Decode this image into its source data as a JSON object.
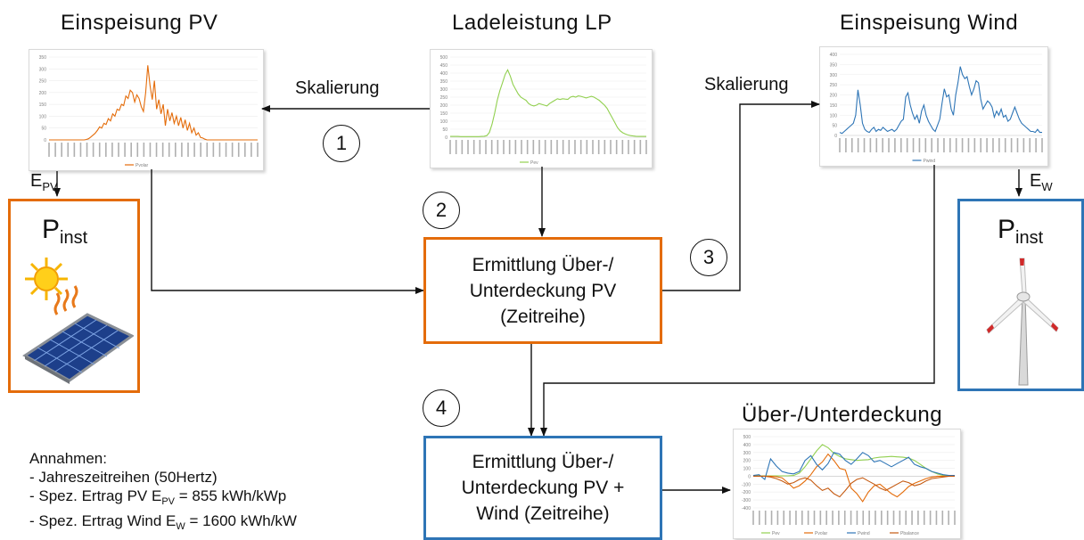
{
  "titles": {
    "pv": "Einspeisung PV",
    "lp": "Ladeleistung LP",
    "wind": "Einspeisung Wind",
    "balance": "Über-/Unterdeckung"
  },
  "arrows": {
    "scaling_left": "Skalierung",
    "scaling_right": "Skalierung"
  },
  "steps": [
    "1",
    "2",
    "3",
    "4"
  ],
  "pv_box": {
    "energy_main": "E",
    "energy_sub": "PV",
    "pinst_main": "P",
    "pinst_sub": "inst"
  },
  "wind_box": {
    "energy_main": "E",
    "energy_sub": "W",
    "pinst_main": "P",
    "pinst_sub": "inst"
  },
  "process_pv": {
    "line1": "Ermittlung Über-/",
    "line2": "Unterdeckung PV",
    "line3": "(Zeitreihe)"
  },
  "process_pv_wind": {
    "line1": "Ermittlung Über-/",
    "line2": "Unterdeckung PV +",
    "line3": "Wind (Zeitreihe)"
  },
  "assumptions": {
    "heading": "Annahmen:",
    "l1": "- Jahreszeitreihen (50Hertz)",
    "l2a": "- Spez. Ertrag PV E",
    "l2sub": "PV",
    "l2b": " = 855 kWh/kWp",
    "l3a": "- Spez. Ertrag Wind E",
    "l3sub": "W",
    "l3b": " = 1600 kWh/kW"
  },
  "colors": {
    "orange": "#e46c0a",
    "blue": "#2e75b6",
    "green": "#92d050",
    "brown": "#c55a11"
  },
  "icons": [
    "sun-icon",
    "solar-panel-icon",
    "wind-turbine-icon"
  ],
  "chart_data": [
    {
      "type": "line",
      "name": "pv-chart",
      "yticks": [
        "350",
        "300",
        "250",
        "200",
        "150",
        "100",
        "50",
        "0"
      ],
      "ylim": [
        0,
        350
      ],
      "series": [
        {
          "name": "Pvolar",
          "color": "#e46c0a",
          "values": [
            0,
            0,
            0,
            0,
            0,
            0,
            0,
            0,
            0,
            0,
            0,
            0,
            0,
            0,
            0,
            0,
            0,
            2,
            5,
            12,
            20,
            28,
            40,
            55,
            50,
            70,
            65,
            90,
            80,
            110,
            100,
            130,
            125,
            150,
            145,
            185,
            175,
            210,
            200,
            160,
            190,
            175,
            140,
            120,
            200,
            315,
            230,
            170,
            250,
            130,
            170,
            110,
            150,
            60,
            130,
            80,
            115,
            70,
            100,
            60,
            95,
            50,
            85,
            40,
            70,
            30,
            50,
            20,
            30,
            10,
            8,
            3,
            0,
            0,
            0,
            0,
            0,
            0,
            0,
            0,
            0,
            0,
            0,
            0,
            0,
            0,
            0,
            0,
            0,
            0,
            0,
            0,
            0,
            0,
            0,
            0
          ]
        }
      ]
    },
    {
      "type": "line",
      "name": "lp-chart",
      "yticks": [
        "500",
        "450",
        "400",
        "350",
        "300",
        "250",
        "200",
        "150",
        "100",
        "50",
        "0"
      ],
      "ylim": [
        0,
        500
      ],
      "series": [
        {
          "name": "Pev",
          "color": "#92d050",
          "values": [
            5,
            5,
            5,
            5,
            4,
            4,
            4,
            4,
            4,
            4,
            4,
            4,
            5,
            6,
            10,
            30,
            80,
            150,
            230,
            290,
            340,
            390,
            420,
            380,
            330,
            300,
            270,
            250,
            240,
            230,
            210,
            200,
            195,
            200,
            210,
            205,
            200,
            195,
            210,
            220,
            230,
            240,
            235,
            240,
            238,
            236,
            250,
            255,
            250,
            258,
            255,
            250,
            245,
            250,
            255,
            250,
            240,
            230,
            215,
            200,
            180,
            150,
            120,
            90,
            60,
            40,
            28,
            20,
            14,
            10,
            8,
            6,
            5,
            5,
            5,
            5
          ]
        }
      ]
    },
    {
      "type": "line",
      "name": "wind-chart",
      "yticks": [
        "400",
        "350",
        "300",
        "250",
        "200",
        "150",
        "100",
        "50",
        "0"
      ],
      "ylim": [
        0,
        400
      ],
      "series": [
        {
          "name": "Pwind",
          "color": "#2e75b6",
          "values": [
            15,
            10,
            20,
            30,
            40,
            50,
            60,
            100,
            225,
            150,
            60,
            30,
            20,
            15,
            30,
            40,
            20,
            30,
            25,
            40,
            30,
            20,
            25,
            30,
            20,
            30,
            50,
            70,
            80,
            190,
            210,
            150,
            110,
            80,
            100,
            60,
            120,
            150,
            100,
            70,
            50,
            30,
            20,
            50,
            80,
            160,
            230,
            190,
            200,
            130,
            100,
            200,
            260,
            340,
            300,
            280,
            290,
            240,
            200,
            230,
            270,
            260,
            180,
            130,
            150,
            170,
            160,
            140,
            90,
            120,
            100,
            130,
            90,
            100,
            70,
            80,
            110,
            140,
            110,
            80,
            60,
            50,
            40,
            30,
            20,
            20,
            15,
            30,
            15,
            15
          ]
        }
      ]
    },
    {
      "type": "line",
      "name": "balance-chart",
      "yticks": [
        "500",
        "400",
        "300",
        "200",
        "100",
        "0",
        "-100",
        "-200",
        "-300",
        "-400"
      ],
      "ylim": [
        -400,
        500
      ],
      "series": [
        {
          "name": "Pev",
          "color": "#92d050",
          "values": [
            5,
            5,
            5,
            5,
            5,
            5,
            5,
            10,
            40,
            120,
            220,
            320,
            400,
            360,
            290,
            250,
            220,
            210,
            200,
            205,
            210,
            230,
            240,
            245,
            250,
            245,
            240,
            230,
            200,
            150,
            100,
            60,
            30,
            10,
            5,
            5
          ]
        },
        {
          "name": "Pvolar",
          "color": "#e46c0a",
          "values": [
            0,
            0,
            0,
            0,
            -5,
            -20,
            -80,
            -150,
            -120,
            -60,
            20,
            120,
            180,
            280,
            200,
            100,
            80,
            -150,
            -220,
            -320,
            -200,
            -120,
            -100,
            -160,
            -220,
            -260,
            -200,
            -130,
            -90,
            -60,
            -30,
            -10,
            0,
            0,
            0,
            0
          ]
        },
        {
          "name": "Pwind",
          "color": "#2e75b6",
          "values": [
            10,
            20,
            -40,
            220,
            130,
            60,
            40,
            30,
            60,
            200,
            260,
            150,
            80,
            160,
            300,
            280,
            200,
            150,
            220,
            300,
            260,
            180,
            200,
            160,
            120,
            160,
            200,
            240,
            150,
            120,
            100,
            60,
            40,
            20,
            10,
            10
          ]
        },
        {
          "name": "Pbalance",
          "color": "#c55a11",
          "values": [
            0,
            0,
            0,
            -10,
            -30,
            -60,
            -100,
            -80,
            -40,
            -20,
            -50,
            -120,
            -180,
            -150,
            -220,
            -260,
            -180,
            -90,
            -40,
            -20,
            -60,
            -100,
            -150,
            -180,
            -140,
            -100,
            -60,
            -80,
            -120,
            -100,
            -60,
            -30,
            -20,
            -10,
            0,
            0
          ]
        }
      ]
    }
  ]
}
